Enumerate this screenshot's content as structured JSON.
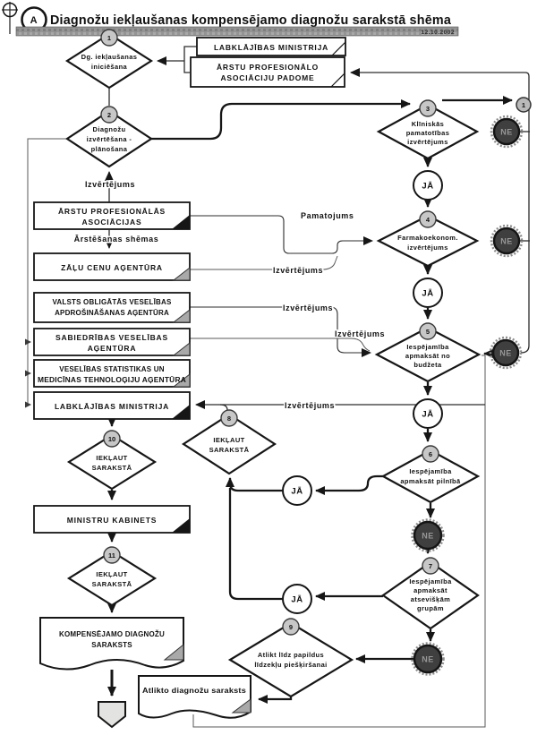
{
  "header": {
    "connector_label": "A",
    "title": "Diagnožu iekļaušanas kompensējamo diagnožu sarakstā shēma",
    "date": "12.10.2002"
  },
  "connector_top_right": "1",
  "boxes": {
    "lm_top": {
      "lines": [
        "LABKLĀJĪBAS MINISTRIJA"
      ]
    },
    "padome": {
      "lines": [
        "ĀRSTU PROFESIONĀLO",
        "ASOCIĀCIJU PADOME"
      ]
    },
    "apa": {
      "lines": [
        "ĀRSTU PROFESIONĀLĀS",
        "ASOCIĀCIJAS"
      ]
    },
    "zca": {
      "lines": [
        "ZĀĻU CENU AĢENTŪRA"
      ]
    },
    "vova": {
      "lines": [
        "VALSTS OBLIGĀTĀS VESELĪBAS",
        "APDROŠINĀŠANAS AĢENTŪRA"
      ]
    },
    "sva": {
      "lines": [
        "SABIEDRĪBAS VESELĪBAS",
        "AĢENTŪRA"
      ]
    },
    "vsmta": {
      "lines": [
        "VESELĪBAS STATISTIKAS UN",
        "MEDICĪNAS TEHNOLOĢIJU AĢENTŪRA"
      ]
    },
    "lm2": {
      "lines": [
        "LABKLĀJĪBAS MINISTRIJA"
      ]
    },
    "mk": {
      "lines": [
        "MINISTRU KABINETS"
      ]
    }
  },
  "decisions": {
    "d1": {
      "badge": "1",
      "lines": [
        "Dg. iekļaušanas",
        "iniciēšana"
      ]
    },
    "d2": {
      "badge": "2",
      "lines": [
        "Diagnožu",
        "izvērtēšana -",
        "plānošana"
      ]
    },
    "d3": {
      "badge": "3",
      "lines": [
        "Klīniskās",
        "pamatotības",
        "izvērtējums"
      ]
    },
    "d4": {
      "badge": "4",
      "lines": [
        "Farmakoekonom.",
        "izvērtējums"
      ]
    },
    "d5": {
      "badge": "5",
      "lines": [
        "Iespējamība",
        "apmaksāt no",
        "budžeta"
      ]
    },
    "d6": {
      "badge": "6",
      "lines": [
        "Iespējamība",
        "apmaksāt pilnībā"
      ]
    },
    "d7": {
      "badge": "7",
      "lines": [
        "Iespējamība",
        "apmaksāt",
        "atsevišķām",
        "grupām"
      ]
    },
    "d8": {
      "badge": "8",
      "lines": [
        "IEKĻAUT",
        "SARAKSTĀ"
      ]
    },
    "d9": {
      "badge": "9",
      "lines": [
        "Atlikt līdz papildus",
        "līdzekļu piešķiršanai"
      ]
    },
    "d10": {
      "badge": "10",
      "lines": [
        "IEKĻAUT",
        "SARAKSTĀ"
      ]
    },
    "d11": {
      "badge": "11",
      "lines": [
        "IEKĻAUT",
        "SARAKSTĀ"
      ]
    }
  },
  "documents": {
    "kompensejamo": {
      "lines": [
        "KOMPENSĒJAMO DIAGNOŽU",
        "SARAKSTS"
      ]
    },
    "atlikto": {
      "lines": [
        "Atlikto diagnožu saraksts"
      ]
    }
  },
  "edge_labels": {
    "izvertejums": "Izvērtējums",
    "arstesanas_shemas": "Ārstēšanas shēmas",
    "pamatojums": "Pamatojums",
    "ja": "JĀ",
    "ne": "NE"
  },
  "colors": {
    "line": "#161616",
    "ne_fill": "#3f3f3f",
    "badge_fill": "#c7c7c7",
    "bar_fill": "#949494"
  }
}
